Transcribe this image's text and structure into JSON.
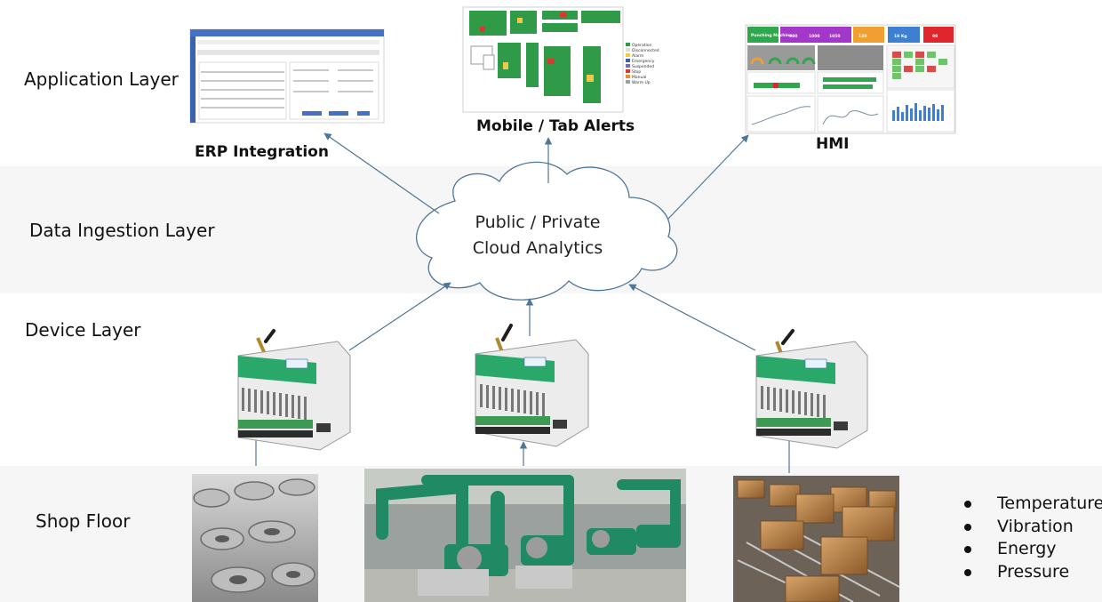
{
  "layers": {
    "application": "Application Layer",
    "ingestion": "Data Ingestion Layer",
    "device": "Device Layer",
    "shop_floor": "Shop Floor"
  },
  "captions": {
    "erp": "ERP Integration",
    "mobile": "Mobile / Tab Alerts",
    "hmi": "HMI"
  },
  "cloud": {
    "line1": "Public / Private",
    "line2": "Cloud Analytics"
  },
  "hmi_tiles": {
    "t1": "Punching Machine",
    "t2": "980",
    "t3": "1000",
    "t4": "1050",
    "t5": "120",
    "t6": "19 Kg",
    "t7": "98"
  },
  "mobile_legend": [
    "Operation",
    "Disconnected",
    "Alarm",
    "Emergency",
    "Suspended",
    "Stop",
    "Manual",
    "Warm Up"
  ],
  "sensors": [
    "Temperature",
    "Vibration",
    "Energy",
    "Pressure"
  ],
  "colors": {
    "band": "#f6f6f6",
    "arrow": "#4f7597",
    "device_green": "#2aa86a",
    "pump_green": "#1f8a63",
    "hmi_tile_green": "#2ea84d",
    "hmi_tile_purple": "#a337c9",
    "hmi_tile_blue": "#3d7fd3",
    "hmi_tile_orange": "#f0a030",
    "hmi_tile_red": "#e0262c"
  }
}
